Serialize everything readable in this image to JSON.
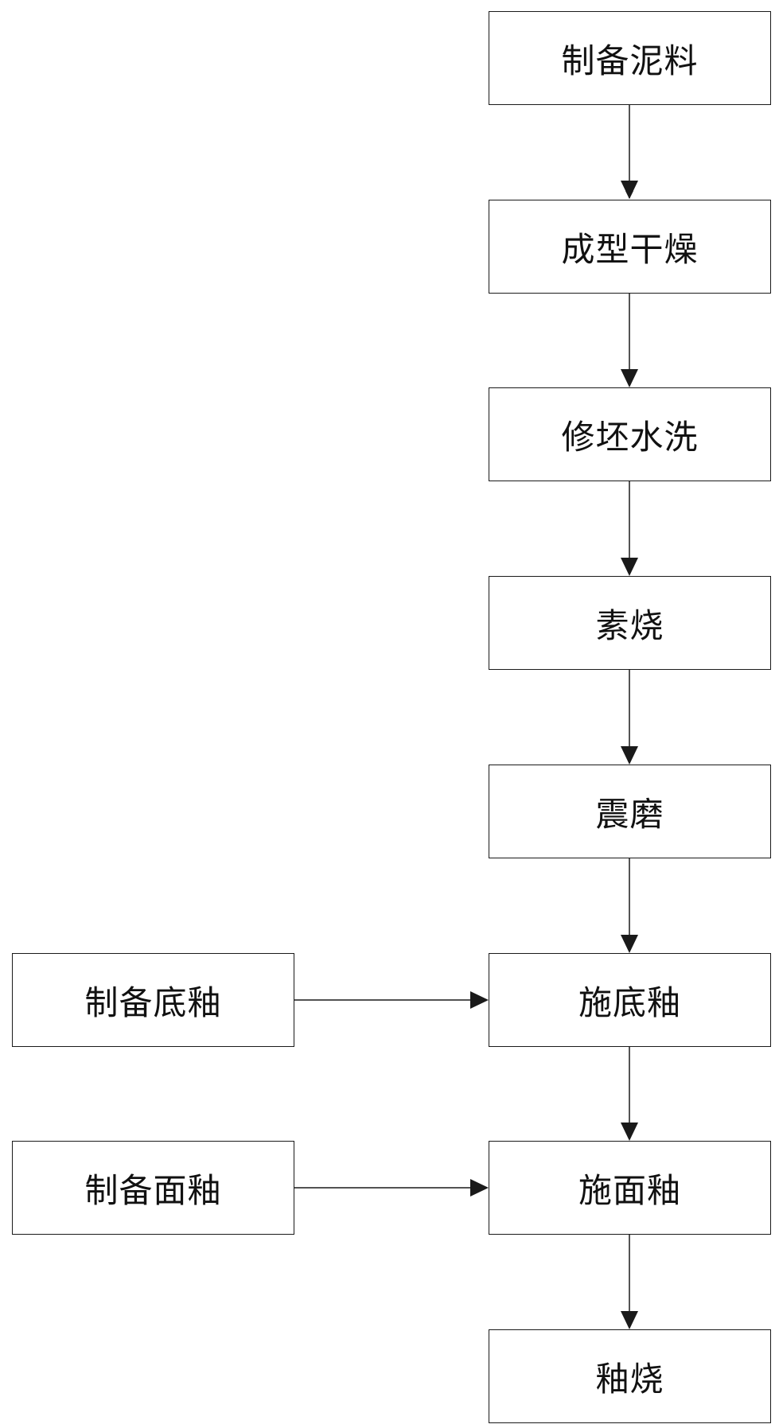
{
  "main_steps": [
    {
      "label": "制备泥料"
    },
    {
      "label": "成型干燥"
    },
    {
      "label": "修坯水洗"
    },
    {
      "label": "素烧"
    },
    {
      "label": "震磨"
    },
    {
      "label": "施底釉"
    },
    {
      "label": "施面釉"
    },
    {
      "label": "釉烧"
    }
  ],
  "side_steps": [
    {
      "label": "制备底釉",
      "feeds": "施底釉"
    },
    {
      "label": "制备面釉",
      "feeds": "施面釉"
    }
  ],
  "colors": {
    "stroke": "#1a1a1a",
    "text": "#111111",
    "background": "#ffffff"
  }
}
